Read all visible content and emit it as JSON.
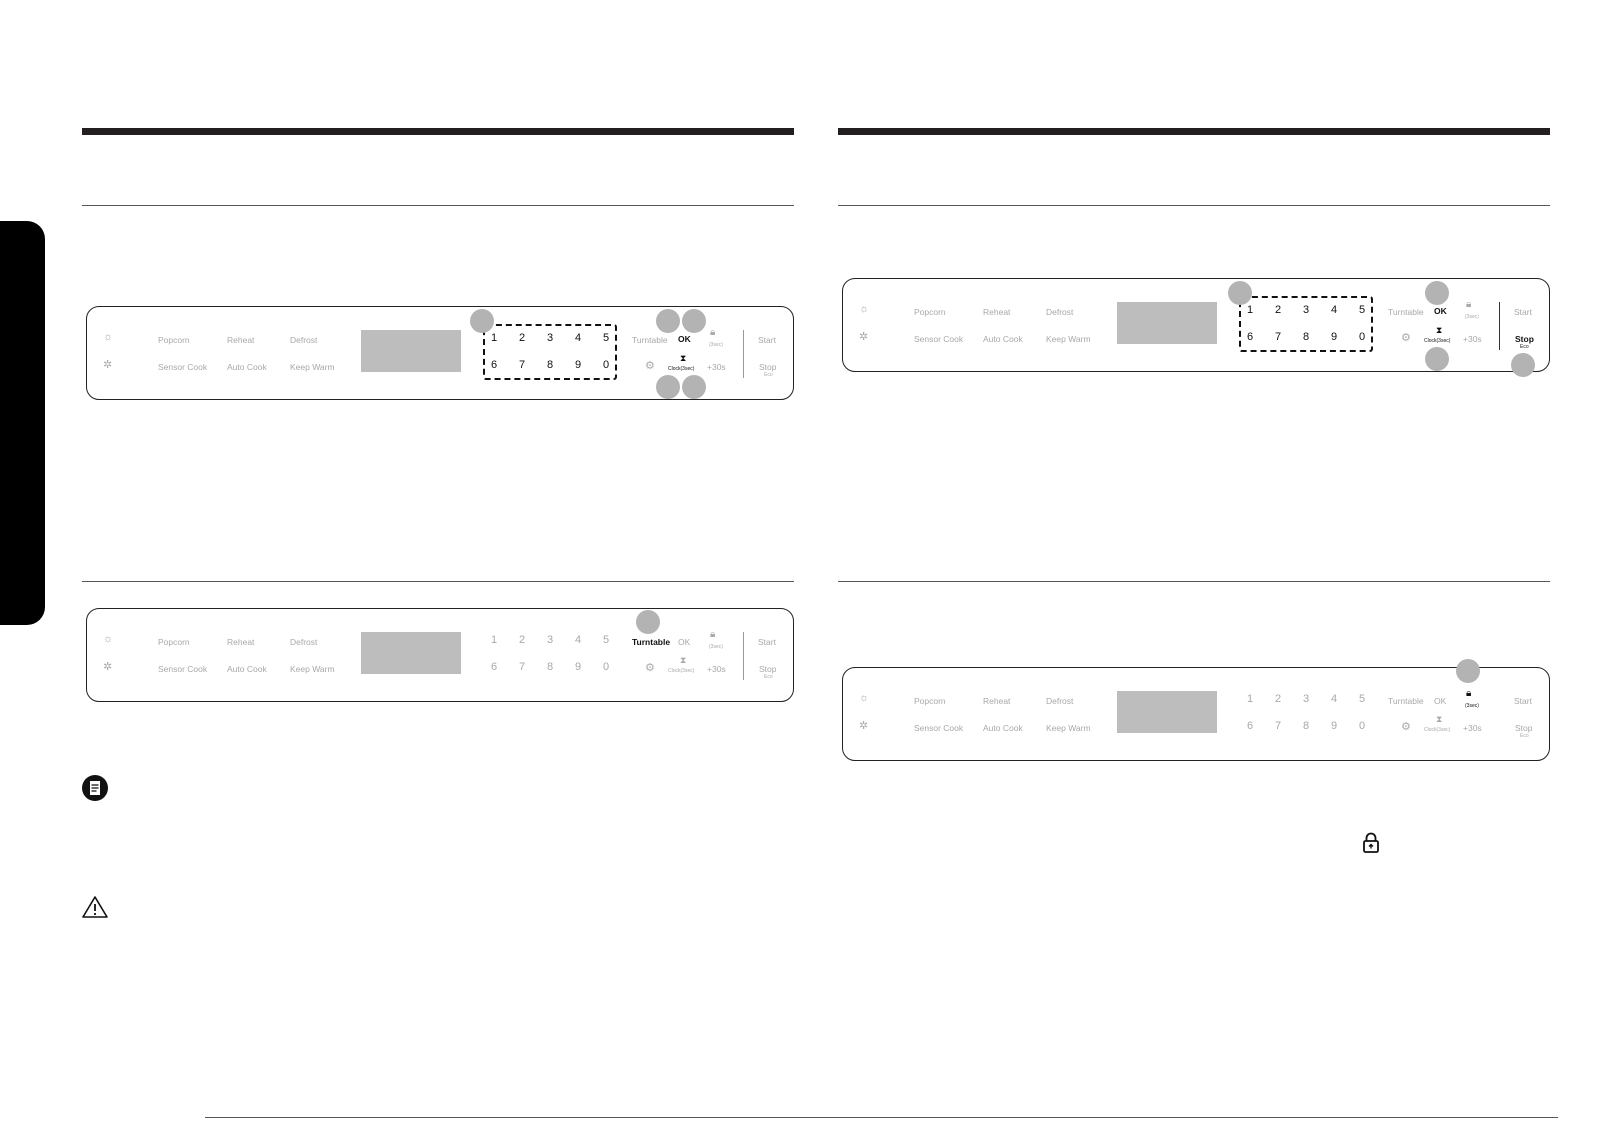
{
  "icons": {
    "light": "light-bulb-icon",
    "fan": "fan-icon",
    "settings": "gear-icon",
    "lock": "lock-icon",
    "timer": "hourglass-icon",
    "note": "note-icon",
    "caution": "warning-icon"
  },
  "panel": {
    "popcorn": "Popcorn",
    "reheat": "Reheat",
    "defrost": "Defrost",
    "sensor_cook": "Sensor Cook",
    "auto_cook": "Auto Cook",
    "keep_warm": "Keep Warm",
    "digits_top": [
      "1",
      "2",
      "3",
      "4",
      "5"
    ],
    "digits_bottom": [
      "6",
      "7",
      "8",
      "9",
      "0"
    ],
    "turntable": "Turntable",
    "ok": "OK",
    "lock_sub": "(3sec)",
    "clock": "Clock(3sec)",
    "plus30": "+30s",
    "start": "Start",
    "stop": "Stop",
    "eco": "Eco"
  }
}
